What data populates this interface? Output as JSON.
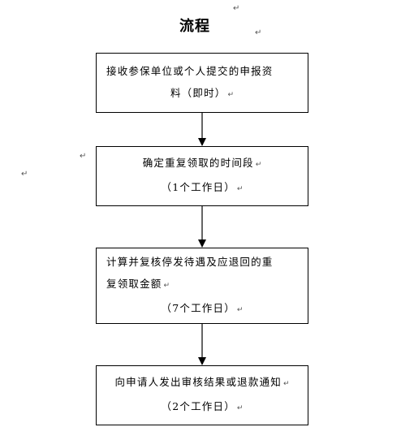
{
  "diagram": {
    "title": "流程",
    "return_mark": "↵",
    "steps": [
      {
        "line1": "接收参保单位或个人提交的申报资",
        "line2": "料（即时）"
      },
      {
        "line1": "确定重复领取的时间段",
        "line2": "（1个工作日）"
      },
      {
        "line1": "计算并复核停发待遇及应退回的重",
        "line2": "复领取金额",
        "line3": "（7个工作日）"
      },
      {
        "line1": "向申请人发出审核结果或退款通知",
        "line2": "（2个工作日）"
      }
    ]
  }
}
